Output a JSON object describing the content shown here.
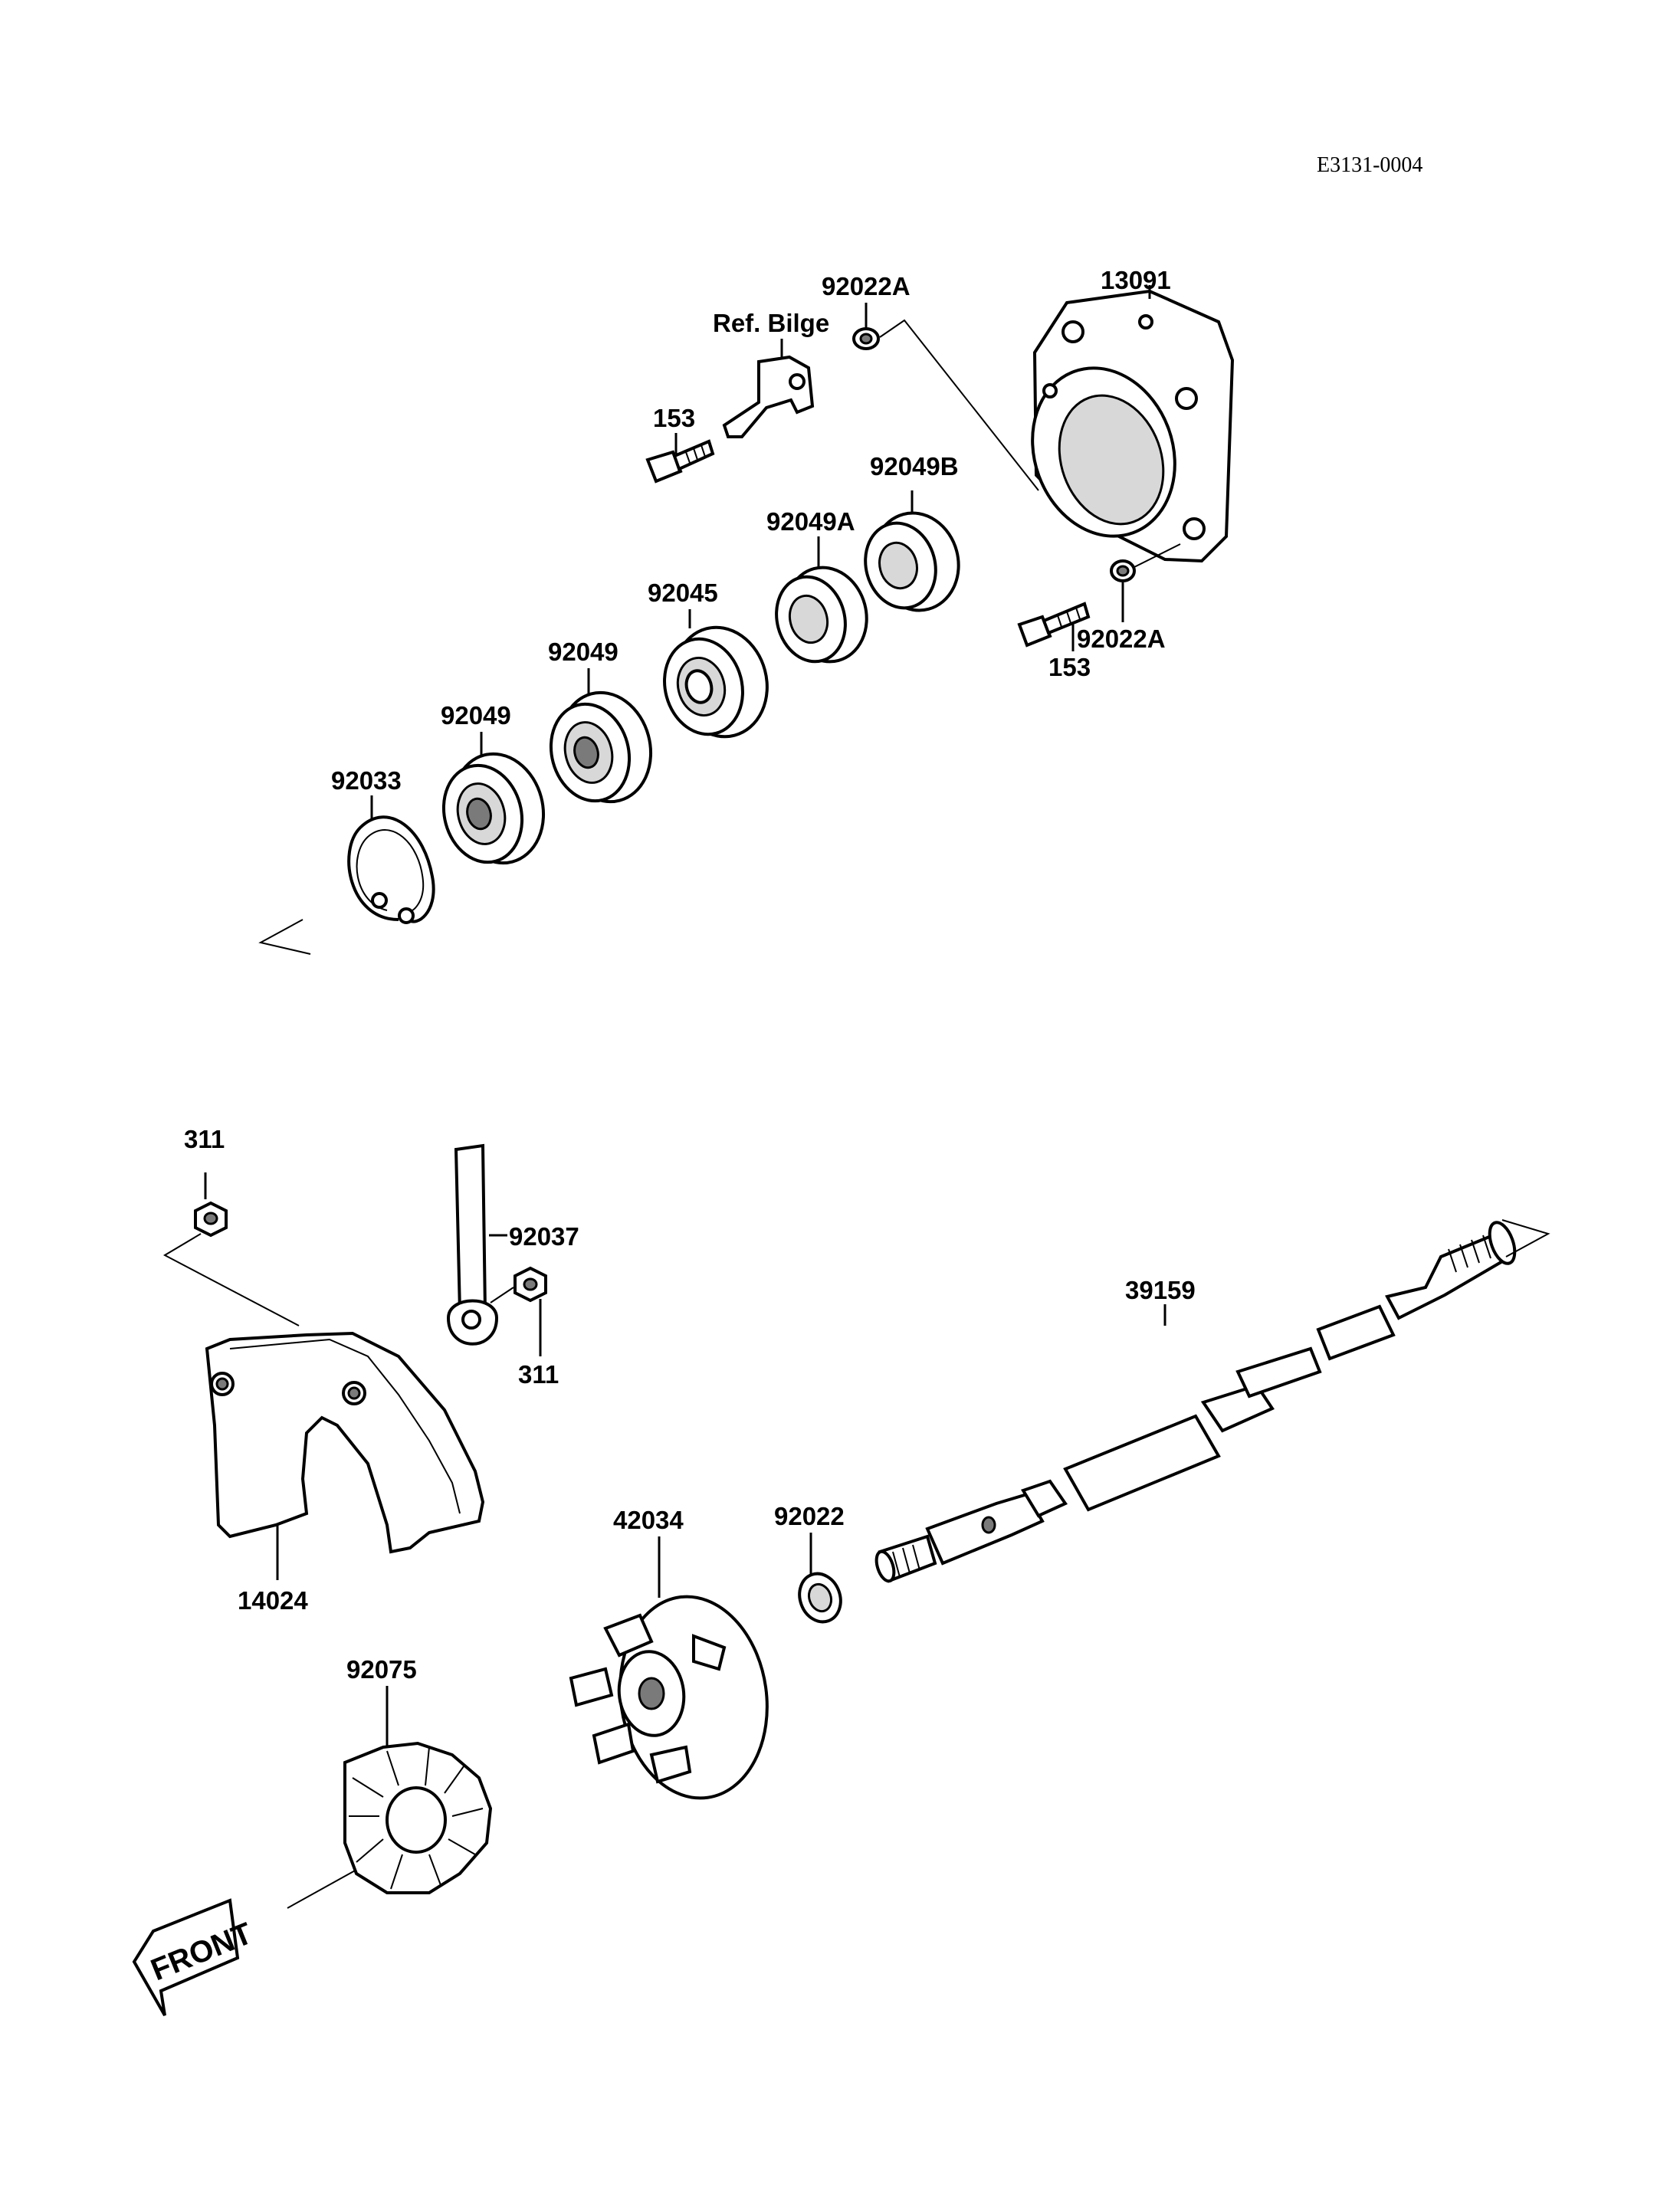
{
  "reference_code": "E3131-0004",
  "labels": {
    "p92022A_top": "92022A",
    "ref_bilge": "Ref. Bilge",
    "p13091": "13091",
    "p153_top": "153",
    "p92049B": "92049B",
    "p92049A": "92049A",
    "p92045": "92045",
    "p92049_a": "92049",
    "p92049_b": "92049",
    "p92033": "92033",
    "p92022A_bottom": "92022A",
    "p153_bottom": "153",
    "p311_left": "311",
    "p92037": "92037",
    "p311_right": "311",
    "p39159": "39159",
    "p14024": "14024",
    "p42034": "42034",
    "p92022": "92022",
    "p92075": "92075"
  },
  "front_arrow_text": "FRONT"
}
